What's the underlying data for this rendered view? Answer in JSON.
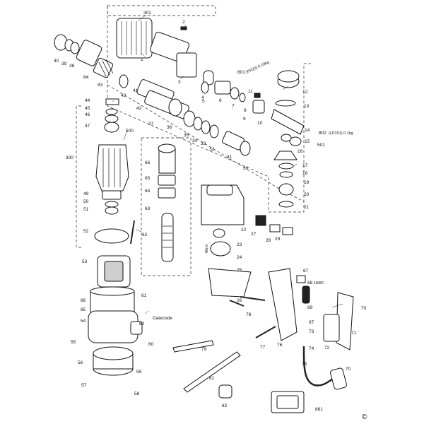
{
  "callouts": [
    {
      "id": "301",
      "label": "301"
    },
    {
      "id": "2",
      "label": "2"
    },
    {
      "id": "1",
      "label": "1"
    },
    {
      "id": "3",
      "label": "3"
    },
    {
      "id": "40",
      "label": "40"
    },
    {
      "id": "39",
      "label": "39"
    },
    {
      "id": "38",
      "label": "38"
    },
    {
      "id": "84",
      "label": "84"
    },
    {
      "id": "83",
      "label": "83"
    },
    {
      "id": "43",
      "label": "43"
    },
    {
      "id": "41",
      "label": "41"
    },
    {
      "id": "44",
      "label": "44"
    },
    {
      "id": "45",
      "label": "45"
    },
    {
      "id": "46",
      "label": "46"
    },
    {
      "id": "47",
      "label": "47"
    },
    {
      "id": "42",
      "label": "42"
    },
    {
      "id": "500",
      "label": "500"
    },
    {
      "id": "37",
      "label": "37"
    },
    {
      "id": "36",
      "label": "36"
    },
    {
      "id": "35",
      "label": "35"
    },
    {
      "id": "34",
      "label": "34"
    },
    {
      "id": "33",
      "label": "33"
    },
    {
      "id": "32",
      "label": "32"
    },
    {
      "id": "31",
      "label": "31"
    },
    {
      "id": "30",
      "label": "30"
    },
    {
      "id": "4",
      "label": "4"
    },
    {
      "id": "5",
      "label": "5"
    },
    {
      "id": "6",
      "label": "6"
    },
    {
      "id": "7",
      "label": "7"
    },
    {
      "id": "8",
      "label": "8"
    },
    {
      "id": "9",
      "label": "9"
    },
    {
      "id": "10",
      "label": "10"
    },
    {
      "id": "11",
      "label": "11"
    },
    {
      "id": "12",
      "label": "12"
    },
    {
      "id": "13",
      "label": "13"
    },
    {
      "id": "14",
      "label": "14"
    },
    {
      "id": "15",
      "label": "15"
    },
    {
      "id": "16",
      "label": "16"
    },
    {
      "id": "17",
      "label": "17"
    },
    {
      "id": "18",
      "label": "18"
    },
    {
      "id": "19",
      "label": "19"
    },
    {
      "id": "20",
      "label": "20"
    },
    {
      "id": "21",
      "label": "21"
    },
    {
      "id": "300",
      "label": "300"
    },
    {
      "id": "66",
      "label": "66"
    },
    {
      "id": "65",
      "label": "65"
    },
    {
      "id": "64",
      "label": "64"
    },
    {
      "id": "63",
      "label": "63"
    },
    {
      "id": "62",
      "label": "62"
    },
    {
      "id": "49",
      "label": "49"
    },
    {
      "id": "50",
      "label": "50"
    },
    {
      "id": "51",
      "label": "51"
    },
    {
      "id": "52",
      "label": "52"
    },
    {
      "id": "53",
      "label": "53"
    },
    {
      "id": "61",
      "label": "61"
    },
    {
      "id": "85",
      "label": "85"
    },
    {
      "id": "54",
      "label": "54"
    },
    {
      "id": "60",
      "label": "60"
    },
    {
      "id": "55",
      "label": "55"
    },
    {
      "id": "56",
      "label": "56"
    },
    {
      "id": "59",
      "label": "59"
    },
    {
      "id": "57",
      "label": "57"
    },
    {
      "id": "58",
      "label": "58"
    },
    {
      "id": "22",
      "label": "22"
    },
    {
      "id": "23",
      "label": "23"
    },
    {
      "id": "24",
      "label": "24"
    },
    {
      "id": "25",
      "label": "25"
    },
    {
      "id": "26",
      "label": "26"
    },
    {
      "id": "27",
      "label": "27"
    },
    {
      "id": "28",
      "label": "28"
    },
    {
      "id": "29",
      "label": "29"
    },
    {
      "id": "67",
      "label": "67"
    },
    {
      "id": "68",
      "label": "68"
    },
    {
      "id": "69",
      "label": "69"
    },
    {
      "id": "67b",
      "label": "67"
    },
    {
      "id": "73",
      "label": "73"
    },
    {
      "id": "74",
      "label": "74"
    },
    {
      "id": "75",
      "label": "75"
    },
    {
      "id": "76",
      "label": "76"
    },
    {
      "id": "77",
      "label": "77"
    },
    {
      "id": "78",
      "label": "78"
    },
    {
      "id": "79",
      "label": "79"
    },
    {
      "id": "80",
      "label": "80"
    },
    {
      "id": "81",
      "label": "81"
    },
    {
      "id": "82",
      "label": "82"
    },
    {
      "id": "70",
      "label": "70"
    },
    {
      "id": "71",
      "label": "71"
    },
    {
      "id": "72",
      "label": "72"
    },
    {
      "id": "70b",
      "label": "70"
    },
    {
      "id": "86",
      "label": "86"
    },
    {
      "id": "501",
      "label": "501"
    },
    {
      "id": "861",
      "label": "861"
    }
  ],
  "annotations": {
    "kit_801": "801",
    "kit_801_note": "(PR20) 0.03kg",
    "kit_802": "802",
    "kit_802_note": "(LP201) 0.1kg",
    "note_23": "60ml",
    "note_68": "18/80",
    "datecode": "Datecode"
  },
  "copyright_symbol": "©"
}
